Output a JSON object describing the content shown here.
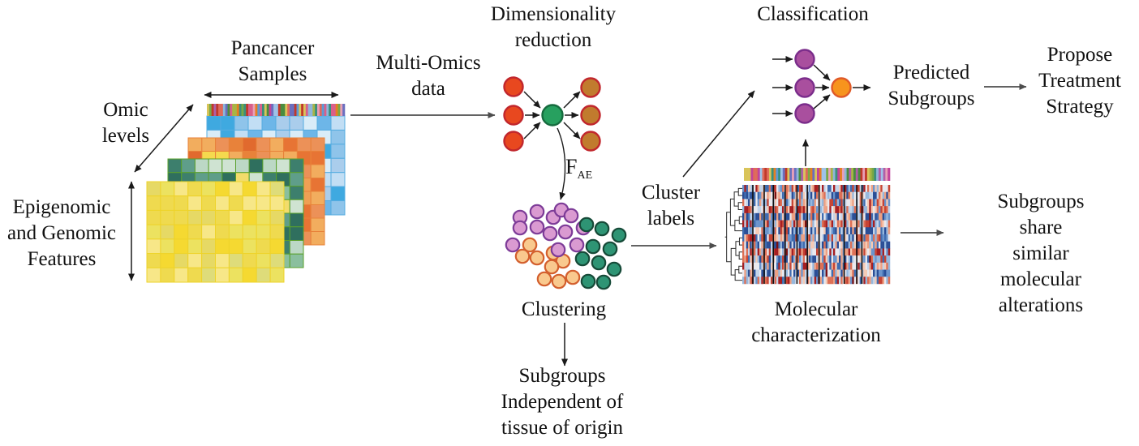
{
  "labels": {
    "pancancer_samples": "Pancancer\nSamples",
    "omic_levels": "Omic\nlevels",
    "epigenomic_features": "Epigenomic\nand Genomic\nFeatures",
    "multi_omics": "Multi-Omics\ndata",
    "dimensionality_reduction": "Dimensionality\nreduction",
    "f_base": "F",
    "f_sub": "AE",
    "clustering": "Clustering",
    "subgroups_independent": "Subgroups\nIndependent of\ntissue of origin",
    "cluster_labels": "Cluster\nlabels",
    "classification": "Classification",
    "predicted_subgroups": "Predicted\nSubgroups",
    "propose_treatment": "Propose\nTreatment\nStrategy",
    "molecular_characterization": "Molecular\ncharacterization",
    "subgroups_share": "Subgroups\nshare similar\nmolecular alterations"
  },
  "figure": {
    "text_color": "#111111",
    "arrow_color": "#1a1a1a",
    "arrow_color_long": "#4d4d4d",
    "sample_strip_palette": [
      "#d95f8a",
      "#b05fa8",
      "#7aa845",
      "#a8b545",
      "#5b9bd5",
      "#c0392b",
      "#e67e22",
      "#3a8f7c",
      "#c2439a",
      "#8fb5d9",
      "#e8a0b8",
      "#6a6fbf",
      "#d9c45a",
      "#4a8c3f",
      "#de6a5a",
      "#9fc2e8"
    ],
    "matrix_layers": [
      {
        "name": "blue",
        "palette": [
          "#3fa9e0",
          "#d9ecf8",
          "#aacdec",
          "#6db6e8",
          "#c2def4",
          "#8fc4ea"
        ],
        "border": "#55ace0",
        "accent": null,
        "cols": 10,
        "rows": 7
      },
      {
        "name": "orange",
        "palette": [
          "#e8823a",
          "#e16a2e",
          "#efa054",
          "#ec9158",
          "#e77434",
          "#f2ad5e"
        ],
        "border": "#e8823a",
        "accent": "#f5d94e",
        "cols": 10,
        "rows": 8
      },
      {
        "name": "green",
        "palette": [
          "#3d7f6d",
          "#5f9e8a",
          "#bcd8c5",
          "#8abf9e",
          "#2f6f5e",
          "#cfe3d2"
        ],
        "border": "#5aa02c",
        "accent": "#f2dc6b",
        "cols": 10,
        "rows": 8
      },
      {
        "name": "yellow",
        "palette": [
          "#f5d931",
          "#ece260",
          "#dedc7a",
          "#f7e788",
          "#efda4f",
          "#e6d965"
        ],
        "border": "#eed32a",
        "accent": null,
        "cols": 10,
        "rows": 7
      }
    ],
    "autoencoder": {
      "input_fill": "#e8481f",
      "input_stroke": "#c1272d",
      "hidden_fill": "#27a05f",
      "hidden_stroke": "#166b3e",
      "output_fill": "#c17b2e",
      "output_stroke": "#c1272d"
    },
    "classifier": {
      "node_fill": "#a94f9e",
      "node_stroke": "#7b2d8b",
      "out_fill": "#f7941d",
      "out_stroke": "#e05a28"
    },
    "scatter": {
      "styles": {
        "p": {
          "fill": "#da9ad1",
          "stroke": "#7d3c98"
        },
        "o": {
          "fill": "#f9c98e",
          "stroke": "#d35f2d"
        },
        "g": {
          "fill": "#2e9474",
          "stroke": "#164a38"
        }
      },
      "points": [
        [
          653,
          302,
          "o"
        ],
        [
          644,
          316,
          "o"
        ],
        [
          662,
          318,
          "o"
        ],
        [
          682,
          312,
          "o"
        ],
        [
          694,
          322,
          "o"
        ],
        [
          680,
          329,
          "o"
        ],
        [
          671,
          344,
          "o"
        ],
        [
          689,
          347,
          "o"
        ],
        [
          706,
          342,
          "o"
        ],
        [
          641,
          268,
          "p"
        ],
        [
          662,
          261,
          "p"
        ],
        [
          682,
          268,
          "p"
        ],
        [
          692,
          259,
          "p"
        ],
        [
          704,
          266,
          "p"
        ],
        [
          641,
          281,
          "p"
        ],
        [
          662,
          280,
          "p"
        ],
        [
          678,
          288,
          "p"
        ],
        [
          697,
          286,
          "p"
        ],
        [
          632,
          302,
          "p"
        ],
        [
          711,
          302,
          "p"
        ],
        [
          688,
          308,
          "p"
        ],
        [
          719,
          281,
          "p"
        ],
        [
          723,
          277,
          "g"
        ],
        [
          742,
          282,
          "g"
        ],
        [
          763,
          290,
          "g"
        ],
        [
          731,
          304,
          "g"
        ],
        [
          752,
          307,
          "g"
        ],
        [
          718,
          319,
          "g"
        ],
        [
          738,
          324,
          "g"
        ],
        [
          757,
          332,
          "g"
        ],
        [
          725,
          347,
          "g"
        ],
        [
          744,
          348,
          "g"
        ]
      ]
    },
    "heatmap": {
      "palette": [
        "#2a4e96",
        "#3f6cb0",
        "#6b94cc",
        "#96b8dd",
        "#c3d4ea",
        "#e9e9ef",
        "#f5cab5",
        "#eda083",
        "#dd6f55",
        "#c74434",
        "#a61e22"
      ],
      "dark_accent": "#7a1013",
      "row_bias": [
        0.55,
        0.35,
        0.5,
        0.68,
        0.32,
        0.6,
        0.38,
        0.52,
        0.3,
        0.62,
        0.45,
        0.55,
        0.35,
        0.58
      ],
      "divider_fracs": [
        0.071,
        0.148,
        0.21,
        0.29,
        0.37,
        0.44,
        0.52,
        0.69,
        0.775,
        0.81
      ],
      "cols": 78,
      "rows": 14
    }
  }
}
